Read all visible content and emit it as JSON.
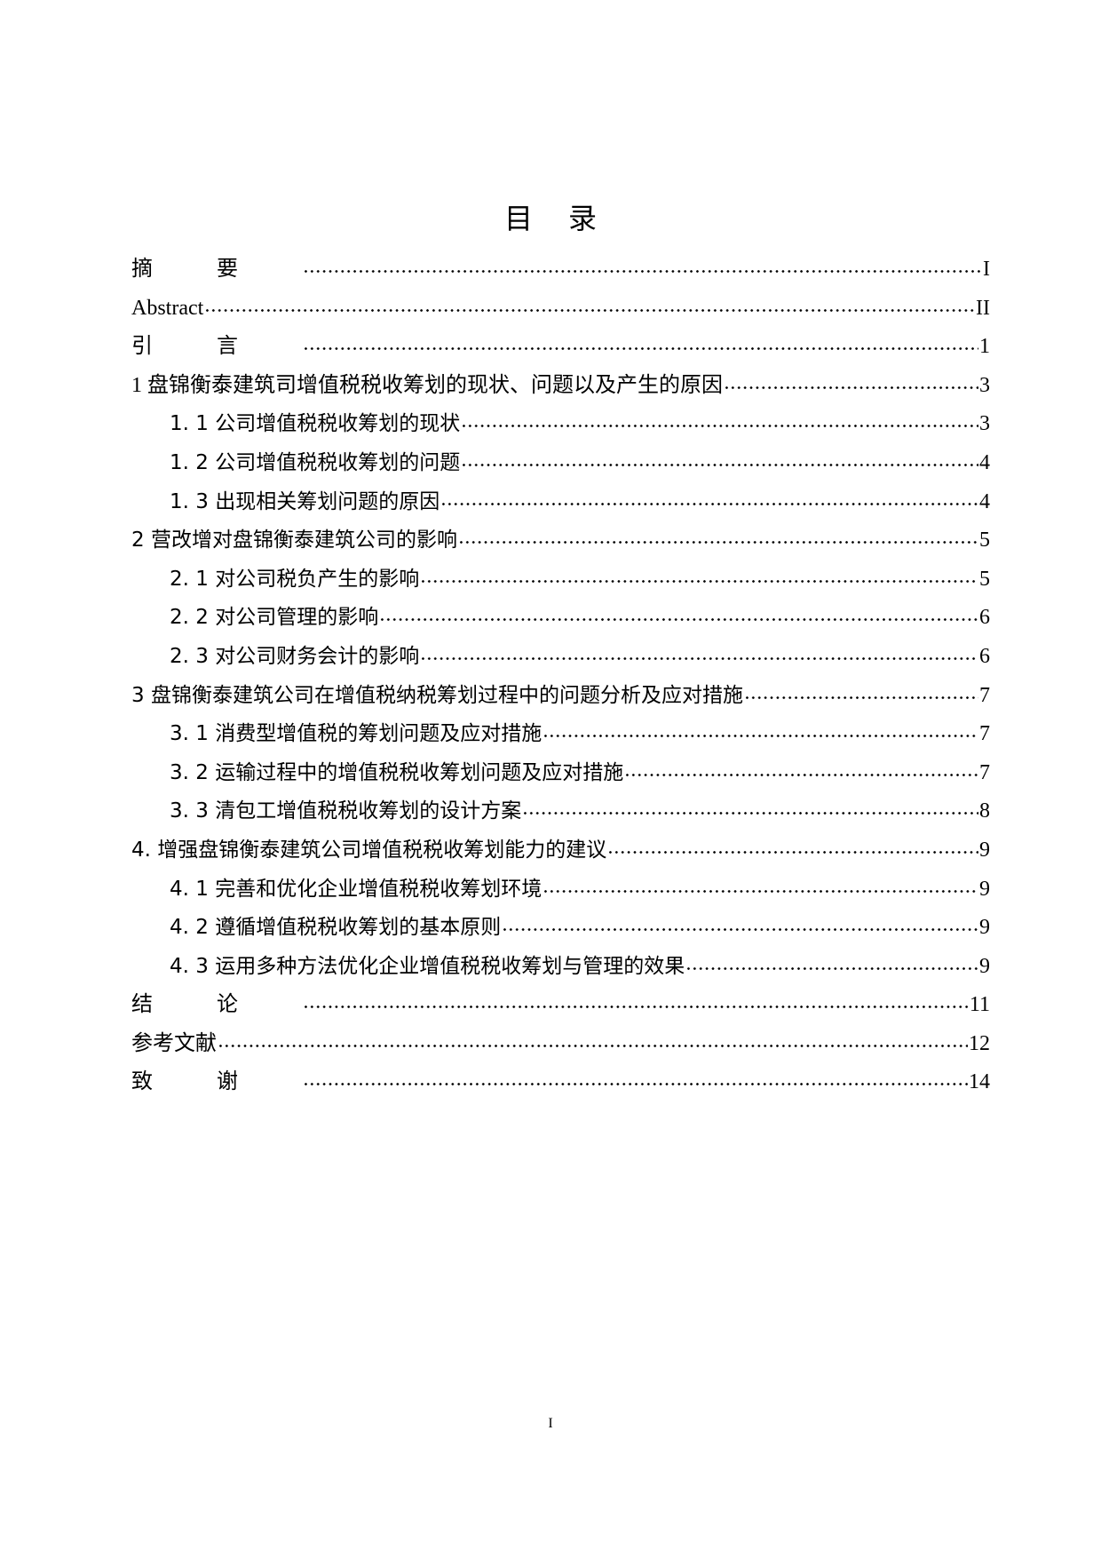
{
  "document": {
    "title": "目录",
    "footer_page_number": "I"
  },
  "toc": {
    "entries": [
      {
        "text": "摘要",
        "page": "I",
        "level": 1,
        "spaced": true
      },
      {
        "text": "Abstract",
        "page": "II",
        "level": 1,
        "spaced": false
      },
      {
        "text": "引言",
        "page": "1",
        "level": 1,
        "spaced": true
      },
      {
        "text": "1 盘锦衡泰建筑司增值税税收筹划的现状、问题以及产生的原因",
        "page": "3",
        "level": 1,
        "spaced": false
      },
      {
        "text": "1. 1 公司增值税税收筹划的现状",
        "page": "3",
        "level": 2,
        "spaced": false
      },
      {
        "text": "1. 2 公司增值税税收筹划的问题",
        "page": "4",
        "level": 2,
        "spaced": false
      },
      {
        "text": "1. 3 出现相关筹划问题的原因",
        "page": "4",
        "level": 2,
        "spaced": false
      },
      {
        "text": "2  营改增对盘锦衡泰建筑公司的影响",
        "page": "5",
        "level": 1,
        "spaced": false
      },
      {
        "text": "2. 1 对公司税负产生的影响",
        "page": "5",
        "level": 2,
        "spaced": false
      },
      {
        "text": "2. 2 对公司管理的影响",
        "page": "6",
        "level": 2,
        "spaced": false
      },
      {
        "text": "2. 3 对公司财务会计的影响",
        "page": "6",
        "level": 2,
        "spaced": false
      },
      {
        "text": "3  盘锦衡泰建筑公司在增值税纳税筹划过程中的问题分析及应对措施",
        "page": "7",
        "level": 1,
        "spaced": false
      },
      {
        "text": "3. 1 消费型增值税的筹划问题及应对措施",
        "page": "7",
        "level": 2,
        "spaced": false
      },
      {
        "text": "3. 2 运输过程中的增值税税收筹划问题及应对措施",
        "page": "7",
        "level": 2,
        "spaced": false
      },
      {
        "text": "3. 3 清包工增值税税收筹划的设计方案",
        "page": "8",
        "level": 2,
        "spaced": false
      },
      {
        "text": "4. 增强盘锦衡泰建筑公司增值税税收筹划能力的建议",
        "page": "9",
        "level": 1,
        "spaced": false
      },
      {
        "text": "4. 1  完善和优化企业增值税税收筹划环境",
        "page": "9",
        "level": 2,
        "spaced": false
      },
      {
        "text": "4. 2 遵循增值税税收筹划的基本原则",
        "page": "9",
        "level": 2,
        "spaced": false
      },
      {
        "text": "4. 3 运用多种方法优化企业增值税税收筹划与管理的效果",
        "page": "9",
        "level": 2,
        "spaced": false
      },
      {
        "text": "结论",
        "page": "11",
        "level": 1,
        "spaced": true
      },
      {
        "text": "参考文献",
        "page": "12",
        "level": 1,
        "spaced": false
      },
      {
        "text": "致谢",
        "page": "14",
        "level": 1,
        "spaced": true
      }
    ]
  }
}
